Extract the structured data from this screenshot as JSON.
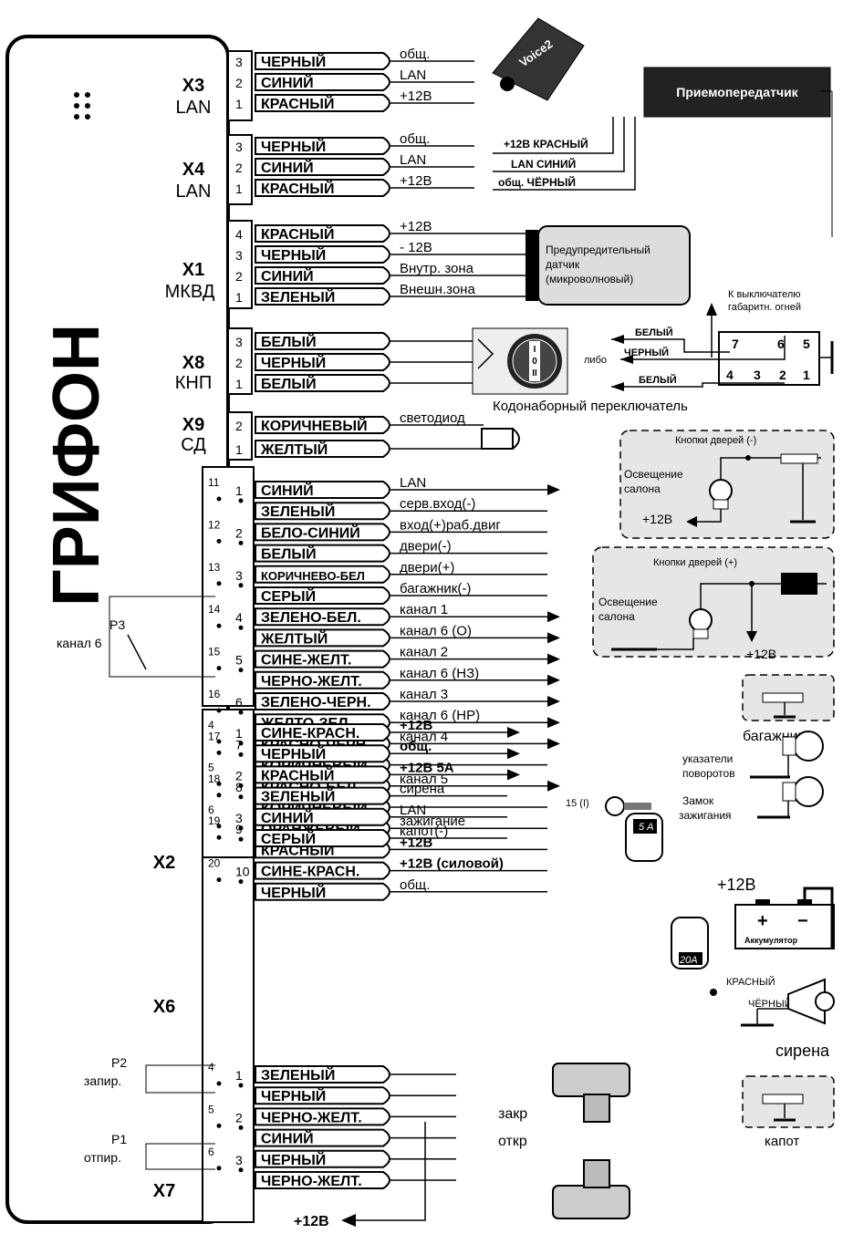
{
  "unit_title": "ГРИФОН",
  "connectors": {
    "x3": {
      "name": "X3",
      "sub": "LAN",
      "wires": [
        {
          "pin": "3",
          "color": "ЧЕРНЫЙ",
          "signal": "общ."
        },
        {
          "pin": "2",
          "color": "СИНИЙ",
          "signal": "LAN"
        },
        {
          "pin": "1",
          "color": "КРАСНЫЙ",
          "signal": "+12В"
        }
      ]
    },
    "x4": {
      "name": "X4",
      "sub": "LAN",
      "wires": [
        {
          "pin": "3",
          "color": "ЧЕРНЫЙ",
          "signal": "общ."
        },
        {
          "pin": "2",
          "color": "СИНИЙ",
          "signal": "LAN"
        },
        {
          "pin": "1",
          "color": "КРАСНЫЙ",
          "signal": "+12В"
        }
      ]
    },
    "x1": {
      "name": "X1",
      "sub": "МКВД",
      "wires": [
        {
          "pin": "4",
          "color": "КРАСНЫЙ",
          "signal": "+12В"
        },
        {
          "pin": "3",
          "color": "ЧЕРНЫЙ",
          "signal": "- 12В"
        },
        {
          "pin": "2",
          "color": "СИНИЙ",
          "signal": "Внутр. зона"
        },
        {
          "pin": "1",
          "color": "ЗЕЛЕНЫЙ",
          "signal": "Внешн.зона"
        }
      ]
    },
    "x8": {
      "name": "X8",
      "sub": "КНП",
      "wires": [
        {
          "pin": "3",
          "color": "БЕЛЫЙ"
        },
        {
          "pin": "2",
          "color": "ЧЕРНЫЙ"
        },
        {
          "pin": "1",
          "color": "БЕЛЫЙ"
        }
      ]
    },
    "x9": {
      "name": "X9",
      "sub": "СД",
      "wires": [
        {
          "pin": "2",
          "color": "КОРИЧНЕВЫЙ",
          "signal": "светодиод"
        },
        {
          "pin": "1",
          "color": "ЖЕЛТЫЙ"
        }
      ]
    },
    "x2": {
      "name": "X2",
      "wires": [
        {
          "pin": "1",
          "opin": "11",
          "color": "СИНИЙ",
          "signal": "LAN"
        },
        {
          "color": "ЗЕЛЕНЫЙ",
          "signal": "серв.вход(-)"
        },
        {
          "pin": "2",
          "opin": "12",
          "color": "БЕЛО-СИНИЙ",
          "signal": "вход(+)раб.двиг"
        },
        {
          "color": "БЕЛЫЙ",
          "signal": "двери(-)"
        },
        {
          "pin": "3",
          "opin": "13",
          "color": "КОРИЧНЕВО-БЕЛ",
          "signal": "двери(+)"
        },
        {
          "color": "СЕРЫЙ",
          "signal": "багажник(-)"
        },
        {
          "pin": "4",
          "opin": "14",
          "color": "ЗЕЛЕНО-БЕЛ.",
          "signal": "канал 1"
        },
        {
          "color": "ЖЕЛТЫЙ",
          "signal": "канал 6 (О)"
        },
        {
          "pin": "5",
          "opin": "15",
          "color": "СИНЕ-ЖЕЛТ.",
          "signal": "канал 2"
        },
        {
          "color": "ЧЕРНО-ЖЕЛТ.",
          "signal": "канал 6 (НЗ)"
        },
        {
          "pin": "6",
          "opin": "16",
          "color": "ЗЕЛЕНО-ЧЕРН.",
          "signal": "канал 3"
        },
        {
          "color": "ЖЕЛТО-ЗЕЛ.",
          "signal": "канал 6 (НР)"
        },
        {
          "pin": "7",
          "opin": "17",
          "color": "КРАСНО-ЧЕРН.",
          "signal": "канал 4"
        },
        {
          "color": "КОРИЧНЕВЫЙ"
        },
        {
          "pin": "8",
          "opin": "18",
          "color": "КРАСНО-БЕЛ.",
          "signal": "канал 5"
        },
        {
          "color": "КОРИЧНЕВЫЙ"
        },
        {
          "pin": "9",
          "opin": "19",
          "color": "ОРАНЖЕВЫЙ",
          "signal": "зажигание"
        },
        {
          "color": "КРАСНЫЙ",
          "signal": "+12В"
        },
        {
          "pin": "10",
          "opin": "20",
          "color": "СИНЕ-КРАСН.",
          "signal": "+12В",
          "signal_extra": "(силовой)"
        },
        {
          "color": "ЧЕРНЫЙ",
          "signal": "общ."
        }
      ]
    },
    "x6": {
      "name": "X6",
      "wires": [
        {
          "pin": "1",
          "opin": "4",
          "color": "СИНЕ-КРАСН.",
          "signal": "+12В"
        },
        {
          "color": "ЧЕРНЫЙ",
          "signal": "общ."
        },
        {
          "pin": "2",
          "opin": "5",
          "color": "КРАСНЫЙ",
          "signal": "+12В 5А"
        },
        {
          "color": "ЗЕЛЕНЫЙ",
          "signal": "сирена"
        },
        {
          "pin": "3",
          "opin": "6",
          "color": "СИНИЙ",
          "signal": "LAN"
        },
        {
          "color": "СЕРЫЙ",
          "signal": "капот(-)"
        }
      ]
    },
    "x7": {
      "name": "X7",
      "wires": [
        {
          "pin": "1",
          "opin": "4",
          "color": "ЗЕЛЕНЫЙ"
        },
        {
          "color": "ЧЕРНЫЙ"
        },
        {
          "pin": "2",
          "opin": "5",
          "color": "ЧЕРНО-ЖЕЛТ."
        },
        {
          "color": "СИНИЙ"
        },
        {
          "pin": "3",
          "opin": "6",
          "color": "ЧЕРНЫЙ"
        },
        {
          "color": "ЧЕРНО-ЖЕЛТ."
        }
      ]
    }
  },
  "devices": {
    "voice": "Voice2",
    "transceiver": "Приемопередатчик",
    "transceiver_wires": [
      "+12В КРАСНЫЙ",
      "LAN СИНИЙ",
      "общ. ЧЁРНЫЙ"
    ],
    "sensor": [
      "Предупредительный",
      "датчик",
      "(микроволновый)"
    ],
    "switch_caption": "Кодонаборный переключатель",
    "switch_positions": [
      "I",
      "0",
      "II"
    ],
    "lights_caption": [
      "К выключателю",
      "габаритн. огней"
    ],
    "lights_wires": [
      "БЕЛЫЙ",
      "ЧЕРНЫЙ",
      "БЕЛЫЙ"
    ],
    "lights_or": "либо",
    "lights_pins_top": [
      "7",
      "6",
      "5"
    ],
    "lights_pins_bottom": [
      "4",
      "3",
      "2",
      "1"
    ],
    "doors_neg": "Кнопки дверей (-)",
    "doors_pos": "Кнопки дверей (+)",
    "cabin_light": [
      "Освещение",
      "салона"
    ],
    "plus12": "+12В",
    "trunk": "багажник",
    "turn_signals": [
      "указатели",
      "поворотов"
    ],
    "ignition_lock": [
      "Замок",
      "зажигания"
    ],
    "ignition_pos": "15 (I)",
    "fuse_5": "5 А",
    "fuse_20": "20А",
    "battery": "Аккумулятор",
    "siren_wires": [
      "КРАСНЫЙ",
      "ЧЁРНЫЙ"
    ],
    "siren": "сирена",
    "hood": "капот",
    "lock_close": "закр",
    "lock_open": "откр",
    "relays": {
      "p3": [
        "Р3",
        "канал 6"
      ],
      "p2": [
        "Р2",
        "запир."
      ],
      "p1": [
        "Р1",
        "отпир."
      ]
    }
  }
}
